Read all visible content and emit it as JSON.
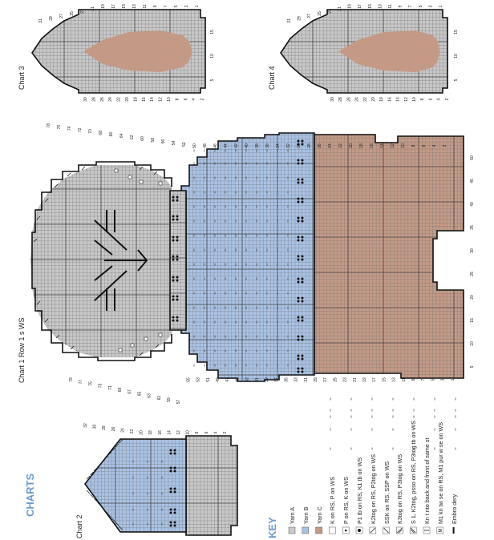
{
  "charts": [
    {
      "id": "chart1",
      "title": "Chart 1 Row 1 s WS"
    },
    {
      "id": "chart2",
      "title": "Chart 2"
    },
    {
      "id": "chart3",
      "title": "Chart 3"
    },
    {
      "id": "chart4",
      "title": "Chart 4"
    }
  ],
  "section_title": "CHARTS",
  "key_title": "KEY",
  "colors": {
    "yarn_a": "#c8c8c8",
    "yarn_b": "#a9c3e6",
    "yarn_c": "#c49a86",
    "accent": "#6c9bd2",
    "grid": "#7a7a7a",
    "outline": "#111111"
  },
  "key_items": [
    {
      "label": "Yarn A",
      "swatch": "yarn_a"
    },
    {
      "label": "Yarn B",
      "swatch": "yarn_b"
    },
    {
      "label": "Yarn C",
      "swatch": "yarn_c"
    },
    {
      "label": "K on RS, P on WS",
      "swatch": "blank"
    },
    {
      "label": "P on RS, K on WS",
      "swatch": "dot"
    },
    {
      "label": "P1 tb  on RS, K1 tb  on WS",
      "swatch": "dotbox"
    },
    {
      "label": "K2tog on RS, P2tog on WS",
      "swatch": "slash"
    },
    {
      "label": "SSK on RS, SSP on WS",
      "swatch": "backslash"
    },
    {
      "label": "K3tog on RS, P3tog on WS",
      "swatch": "slash3"
    },
    {
      "label": "S 1, K2tog, psso on RS, P3tog tb  on WS",
      "swatch": "backslash3"
    },
    {
      "label": "Kn t  nto back and front of same st",
      "swatch": "kfb"
    },
    {
      "label": "M1 kn tw se on RS, M1 pur w se on WS",
      "swatch": "m"
    },
    {
      "label": "Embro dery",
      "swatch": "line"
    }
  ],
  "chart1_bottom_labels": [
    "79",
    "77",
    "75",
    "73",
    "71",
    "69",
    "67",
    "65",
    "63",
    "61",
    "59",
    "57",
    "55",
    "53",
    "51",
    "49",
    "47",
    "45",
    "43",
    "41",
    "39",
    "37",
    "35",
    "33",
    "31",
    "29",
    "27",
    "25",
    "23",
    "21",
    "19",
    "17",
    "15",
    "13",
    "11",
    "9",
    "7",
    "5",
    "3",
    "1"
  ],
  "chart1_top_labels": [
    "78",
    "76",
    "74",
    "72",
    "70",
    "68",
    "66",
    "64",
    "62",
    "60",
    "58",
    "56",
    "54",
    "52",
    "50",
    "48",
    "46",
    "44",
    "42",
    "40",
    "38",
    "36",
    "34",
    "32",
    "30",
    "28",
    "26",
    "24",
    "22",
    "20",
    "18",
    "16",
    "14",
    "12",
    "10",
    "8",
    "6",
    "4",
    "2"
  ],
  "chart1_right_labels": [
    "5",
    "10",
    "15",
    "20",
    "25",
    "30",
    "35",
    "40",
    "45",
    "50"
  ],
  "chart2_labels": [
    "32",
    "30",
    "28",
    "26",
    "24",
    "22",
    "20",
    "18",
    "16",
    "14",
    "12",
    "10",
    "8",
    "6",
    "4",
    "2"
  ],
  "chart3_bottom_labels": [
    "30",
    "28",
    "26",
    "24",
    "22",
    "20",
    "18",
    "16",
    "14",
    "12",
    "10",
    "8",
    "6",
    "4",
    "2"
  ],
  "chart3_top_labels": [
    "31",
    "29",
    "27",
    "25",
    "23",
    "21",
    "19",
    "17",
    "15",
    "13",
    "11",
    "9",
    "7",
    "5",
    "3",
    "1"
  ],
  "chart3_right_labels": [
    "5",
    "10",
    "15"
  ],
  "chart4_bottom_labels": [
    "30",
    "28",
    "26",
    "24",
    "22",
    "20",
    "18",
    "16",
    "14",
    "12",
    "10",
    "8",
    "6",
    "4",
    "2"
  ],
  "chart4_top_labels": [
    "31",
    "29",
    "27",
    "25",
    "23",
    "21",
    "19",
    "17",
    "15",
    "13",
    "11",
    "9",
    "7",
    "5",
    "3",
    "1"
  ],
  "chart4_right_labels": [
    "5",
    "10",
    "15"
  ]
}
